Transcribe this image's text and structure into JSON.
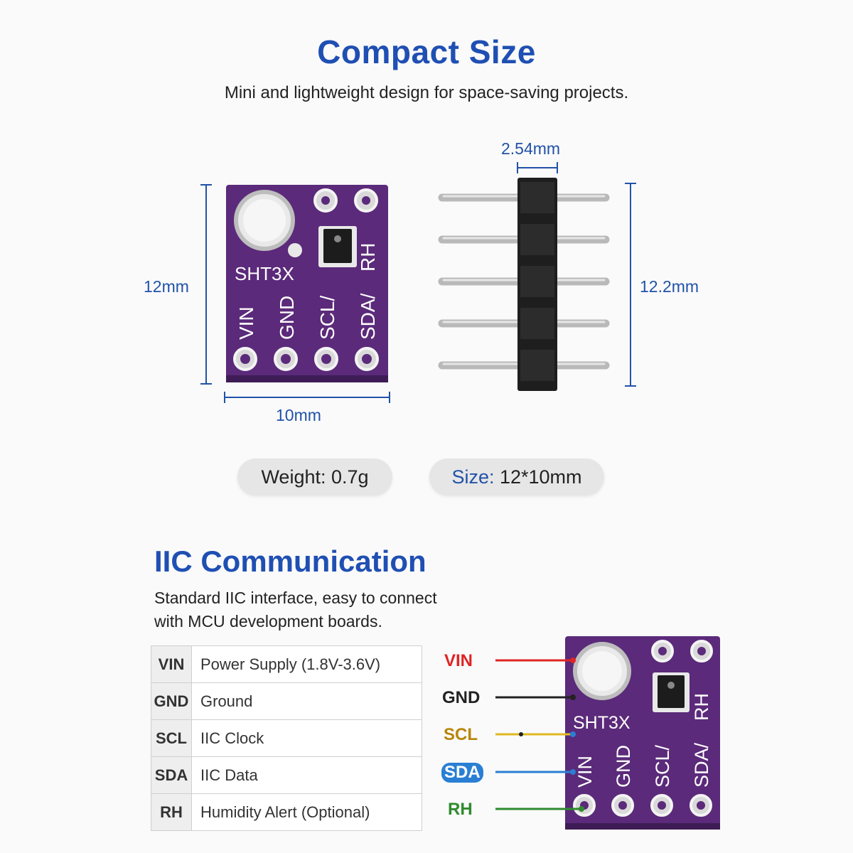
{
  "section1": {
    "title": "Compact Size",
    "subtitle": "Mini and lightweight design for space-saving projects."
  },
  "dimensions": {
    "height_left": "12mm",
    "width_bottom": "10mm",
    "pitch": "2.54mm",
    "height_right": "12.2mm"
  },
  "board": {
    "model": "SHT3X",
    "pin_labels": [
      "VIN",
      "GND",
      "SCL/",
      "SDA/",
      "RH"
    ],
    "color": "#5b2a7a"
  },
  "specs": {
    "weight_label": "Weight:",
    "weight_value": "0.7g",
    "size_label": "Size:",
    "size_value": "12*10mm"
  },
  "section2": {
    "title": "IIC Communication",
    "subtitle_line1": "Standard IIC interface, easy to connect",
    "subtitle_line2": "with MCU development boards."
  },
  "pin_table": [
    {
      "pin": "VIN",
      "desc": "Power Supply (1.8V-3.6V)"
    },
    {
      "pin": "GND",
      "desc": "Ground"
    },
    {
      "pin": "SCL",
      "desc": "IIC Clock"
    },
    {
      "pin": "SDA",
      "desc": "IIC Data"
    },
    {
      "pin": "RH",
      "desc": "Humidity Alert (Optional)"
    }
  ],
  "wires": [
    {
      "label": "VIN",
      "color": "#e02424"
    },
    {
      "label": "GND",
      "color": "#222222"
    },
    {
      "label": "SCL",
      "color": "#b8860b"
    },
    {
      "label": "SDA",
      "color": "#2a7fd4"
    },
    {
      "label": "RH",
      "color": "#2e8b2e"
    }
  ]
}
